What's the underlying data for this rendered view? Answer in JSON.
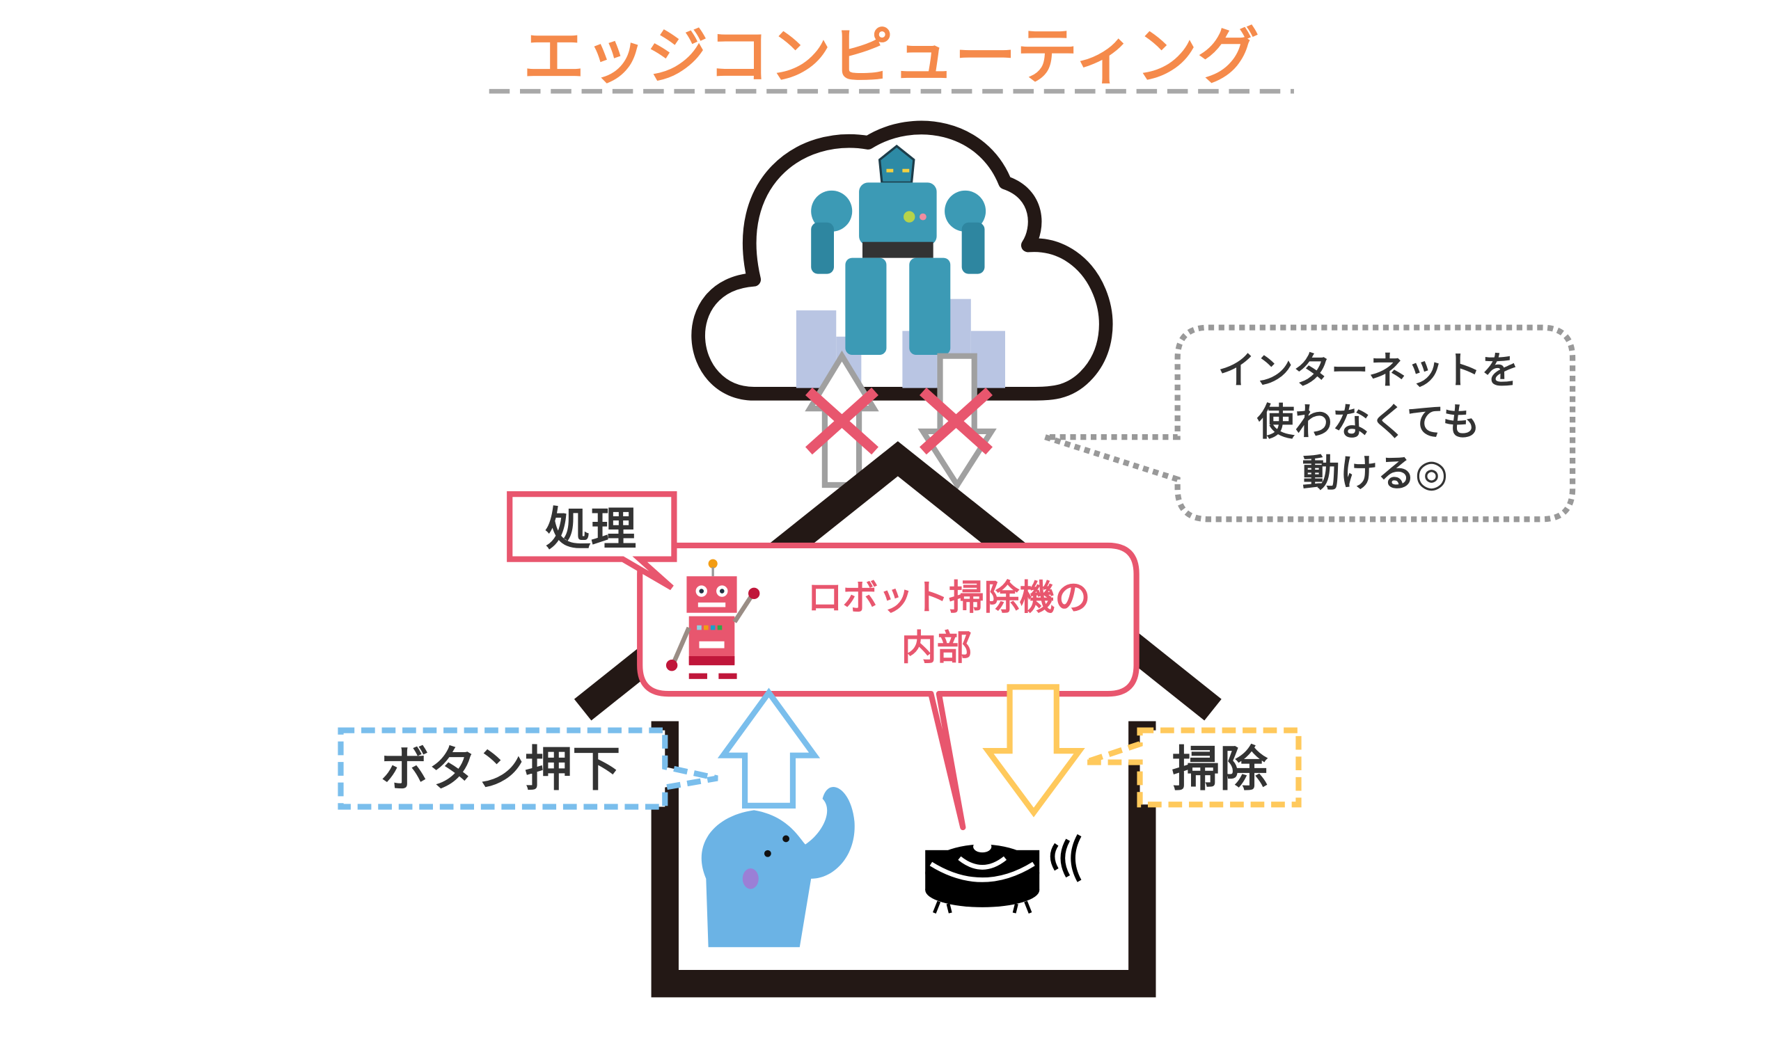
{
  "title": "エッジコンピューティング",
  "cloud_bubble": {
    "lines": [
      "インターネットを",
      "使わなくても",
      "動ける◎"
    ]
  },
  "processing_label": "処理",
  "inside_box": {
    "lines": [
      "ロボット掃除機の",
      "内部"
    ]
  },
  "button_label": "ボタン押下",
  "cleaning_label": "掃除",
  "colors": {
    "title": "#F58A4B",
    "pink": "#E8566E",
    "blue": "#7ABEEC",
    "yellow": "#FFC95C",
    "gray": "#9E9E9E",
    "house": "#231815",
    "text": "#333333"
  },
  "icons": [
    "cloud-icon",
    "giant-robot-icon",
    "small-robot-icon",
    "elephant-icon",
    "robot-vacuum-icon",
    "cross-icon",
    "arrow-up-icon",
    "arrow-down-icon"
  ]
}
